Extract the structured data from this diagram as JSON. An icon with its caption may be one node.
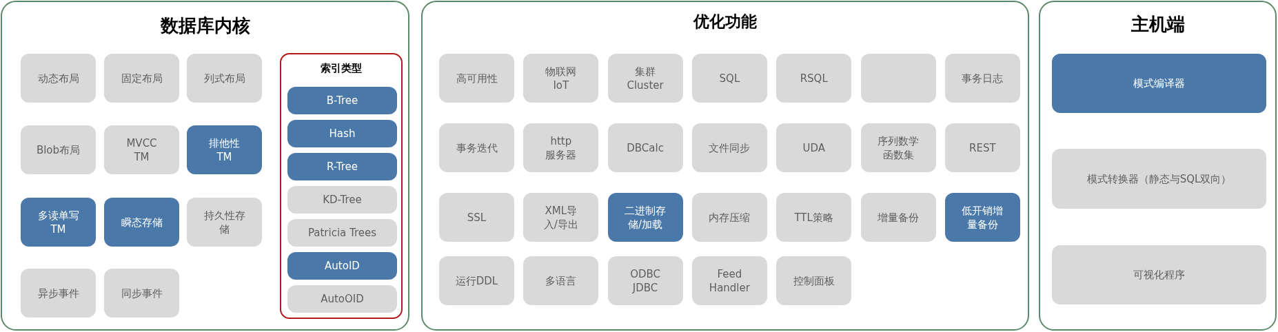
{
  "diagram": {
    "nodes": [
      {
        "text": [
          "数据库内核"
        ]
      },
      {
        "text": [
          "动态布局"
        ],
        "in": 0
      },
      {
        "text": [
          "固定布局"
        ],
        "in": 0
      },
      {
        "text": [
          "列式布局"
        ],
        "in": 0
      },
      {
        "text": [
          "Blob布局"
        ],
        "in": 0
      },
      {
        "text": [
          "MVCC TM"
        ],
        "in": 0
      },
      {
        "text": [
          "排他性 TM"
        ],
        "in": 0
      },
      {
        "text": [
          "多读单写 TM"
        ],
        "in": 0
      },
      {
        "text": [
          "瞬态存储"
        ],
        "in": 0
      },
      {
        "text": [
          "持久性存储"
        ],
        "in": 0
      },
      {
        "text": [
          "异步事件"
        ],
        "in": 0
      },
      {
        "text": [
          "同步事件"
        ],
        "in": 0
      },
      {
        "text": [
          "索引类型"
        ],
        "in": 0
      },
      {
        "text": [
          "B-Tree"
        ],
        "in": 12
      },
      {
        "text": [
          "Hash"
        ],
        "in": 12
      },
      {
        "text": [
          "R-Tree"
        ],
        "in": 12
      },
      {
        "text": [
          "KD-Tree"
        ],
        "in": 12
      },
      {
        "text": [
          "Patricia Trees"
        ],
        "in": 12
      },
      {
        "text": [
          "AutoID"
        ],
        "in": 12
      },
      {
        "text": [
          "AutoOID"
        ],
        "in": 12
      },
      {
        "text": [
          "优化功能"
        ]
      },
      {
        "text": [
          "高可用性"
        ],
        "in": 20
      },
      {
        "text": [
          "物联网 IoT"
        ],
        "in": 20
      },
      {
        "text": [
          "集群 Cluster"
        ],
        "in": 20
      },
      {
        "text": [
          "SQL"
        ],
        "in": 20
      },
      {
        "text": [
          "RSQL"
        ],
        "in": 20
      },
      {
        "text": [],
        "shape": "box",
        "in": 20
      },
      {
        "text": [
          "事务日志"
        ],
        "in": 20
      },
      {
        "text": [
          "事务迭代"
        ],
        "in": 20
      },
      {
        "text": [
          "http 服务器"
        ],
        "in": 20
      },
      {
        "text": [
          "DBCalc"
        ],
        "in": 20
      },
      {
        "text": [
          "文件同步"
        ],
        "in": 20
      },
      {
        "text": [
          "UDA"
        ],
        "in": 20
      },
      {
        "text": [
          "序列数学函数集"
        ],
        "in": 20
      },
      {
        "text": [
          "REST"
        ],
        "in": 20
      },
      {
        "text": [
          "SSL"
        ],
        "in": 20
      },
      {
        "text": [
          "XML导入/导出"
        ],
        "in": 20
      },
      {
        "text": [
          "二进制存储/加载"
        ],
        "in": 20
      },
      {
        "text": [
          "内存压缩"
        ],
        "in": 20
      },
      {
        "text": [
          "TTL策略"
        ],
        "in": 20
      },
      {
        "text": [
          "增量备份"
        ],
        "in": 20
      },
      {
        "text": [
          "低开销增量备份"
        ],
        "in": 20
      },
      {
        "text": [
          "运行DDL"
        ],
        "in": 20
      },
      {
        "text": [
          "多语言"
        ],
        "in": 20
      },
      {
        "text": [
          "ODBC JDBC"
        ],
        "in": 20
      },
      {
        "text": [
          "Feed Handler"
        ],
        "in": 20
      },
      {
        "text": [
          "控制面板"
        ],
        "in": 20
      },
      {
        "text": [
          "主机端"
        ]
      },
      {
        "text": [
          "模式编译器"
        ],
        "in": 47
      },
      {
        "text": [
          "模式转换器（静态与SQL双向）"
        ],
        "in": 47
      },
      {
        "text": [
          "可视化程序"
        ],
        "in": 47
      }
    ]
  }
}
